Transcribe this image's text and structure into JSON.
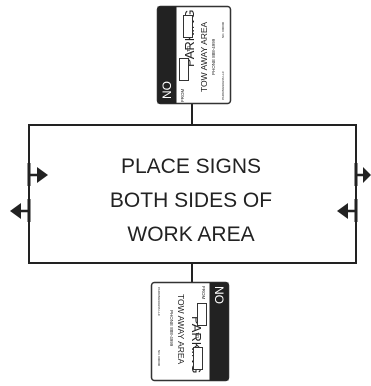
{
  "instruction": {
    "line1": "PLACE SIGNS",
    "line2": "BOTH SIDES OF",
    "line3": "WORK AREA"
  },
  "sign": {
    "no": "NO",
    "parking": "PARKING",
    "from": "FROM",
    "to": "TO",
    "tow_away": "TOW AWAY AREA",
    "phone": "PHONE 888-4999",
    "maker": "PARKINGSIGNS LLC",
    "serial": "NO. 000000"
  }
}
